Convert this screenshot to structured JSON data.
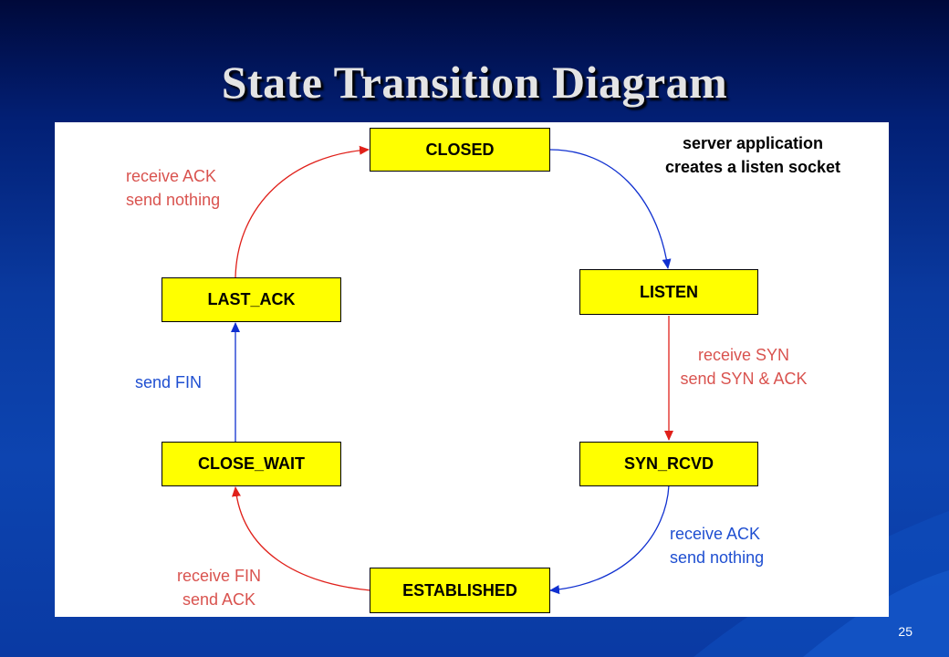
{
  "slide": {
    "title": "State Transition Diagram",
    "page_number": "25"
  },
  "colors": {
    "state_fill": "#ffff00",
    "red_arrow": "#e0201a",
    "blue_arrow": "#1030d0",
    "red_text": "#d9534f",
    "blue_text": "#1f4fd1"
  },
  "states": {
    "closed": "CLOSED",
    "listen": "LISTEN",
    "syn_rcvd": "SYN_RCVD",
    "established": "ESTABLISHED",
    "close_wait": "CLOSE_WAIT",
    "last_ack": "LAST_ACK"
  },
  "transitions": {
    "closed_to_listen": [
      "server application",
      "creates a listen socket"
    ],
    "listen_to_syn_rcvd": [
      "receive SYN",
      "send SYN & ACK"
    ],
    "syn_rcvd_to_established": [
      "receive  ACK",
      "send nothing"
    ],
    "established_to_close_wait": [
      "receive FIN",
      "send ACK"
    ],
    "close_wait_to_last_ack": [
      "send FIN"
    ],
    "last_ack_to_closed": [
      "receive  ACK",
      "send nothing"
    ]
  }
}
